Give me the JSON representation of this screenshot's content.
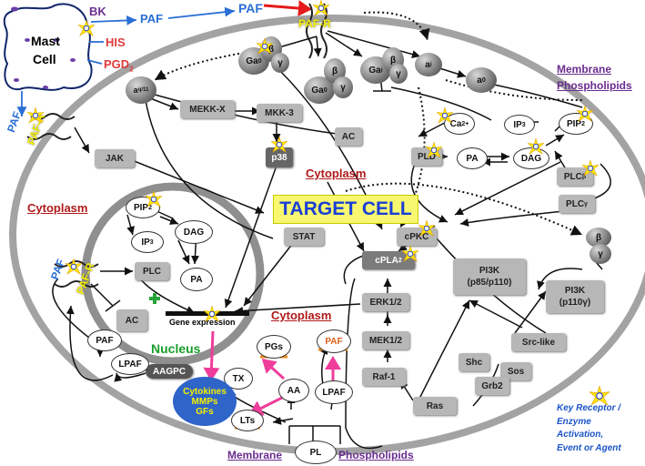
{
  "mast_cell": {
    "label_line1": "Mast",
    "label_line2": "Cell",
    "bk": "BK",
    "paf": "PAF",
    "his": "HIS",
    "pgd2": "PGD",
    "pgd2_sub": "2"
  },
  "top_paf": "PAF",
  "paf_r_top": "PAF-R",
  "paf_left": "PAF",
  "paf_r_left": "PAF-R",
  "paf_lower": "PAF",
  "paf_r_lower": "PAF-R",
  "g_proteins": {
    "ga0_top": "Ga",
    "ga0_top_sub": "0",
    "beta": "β",
    "gamma": "γ",
    "ga0_mid": "Ga",
    "ga0_mid_sub": "0",
    "gai": "Ga",
    "gai_sub": "i",
    "ai": "a",
    "ai_sub": "i",
    "a0": "a",
    "a0_sub": "0",
    "aq11": "a",
    "aq11_sub": "q/11",
    "beta_right": "β",
    "gamma_right": "γ"
  },
  "nodes": {
    "mekk": "MEKK-X",
    "mkk3": "MKK-3",
    "p38": "p38",
    "jak": "JAK",
    "stat": "STAT",
    "ac_top": "AC",
    "ca": "Ca",
    "ca_sup": "2+",
    "ip3_r": "IP",
    "ip3_r_sub": "3",
    "pip2_r": "PIP",
    "pip2_r_sub": "2",
    "pld": "PLD",
    "pa_r": "PA",
    "dag_r": "DAG",
    "plcb": "PLC",
    "plcb_sub": "β",
    "plcg": "PLC",
    "plcg_sub": "γ",
    "cpkc": "cPKC",
    "cpla2": "cPLA",
    "cpla2_sub": "2",
    "erk": "ERK1/2",
    "mek": "MEK1/2",
    "raf": "Raf-1",
    "ras": "Ras",
    "pi3k_l1": "PI3K",
    "pi3k_l2": "(p85/p110)",
    "pi3kg_l1": "PI3K",
    "pi3kg_l2": "(p110γ)",
    "src": "Src-like",
    "shc": "Shc",
    "sos": "Sos",
    "grb2": "Grb2",
    "pip2_l": "PIP",
    "pip2_l_sub": "2",
    "ip3_l": "IP",
    "ip3_l_sub": "3",
    "dag_l": "DAG",
    "pa_l": "PA",
    "plc_l": "PLC",
    "ac_l": "AC",
    "gene": "Gene expression",
    "paf_n": "PAF",
    "lpaf_n": "LPAF",
    "aagpc": "AAGPC",
    "tx": "TX",
    "aa": "AA",
    "pgs": "PGs",
    "paf_b": "PAF",
    "lpaf_b": "LPAF",
    "lts": "LTs",
    "pl": "PL"
  },
  "nucleus": "Nucleus",
  "cytokines": [
    "Cytokines",
    "MMPs",
    "GFs"
  ],
  "labels": {
    "cyto_top": "Cytoplasm",
    "cyto_left": "Cytoplasm",
    "cyto_mid": "Cytoplasm",
    "mem_top_1": "Membrane",
    "mem_top_2": "Phospholipids",
    "mem_bot_1": "Membrane",
    "mem_bot_2": "Phospholipids",
    "target": "TARGET CELL"
  },
  "legend": [
    "Key Receptor /",
    "Enzyme",
    "Activation,",
    "Event  or Agent"
  ],
  "colors": {
    "cytoplasm": "#b01a1a",
    "membrane": "#6a2d8f",
    "mediator": "#2a6fd6",
    "his": "#e03a3a",
    "nucleus": "#1a9e2a",
    "legend": "#1c55c8",
    "receptor_text": "#f5f000",
    "cell_border": "#9a9a9a",
    "box_fill": "#b7b7b7",
    "arrow_pink": "#ee3d9a"
  }
}
